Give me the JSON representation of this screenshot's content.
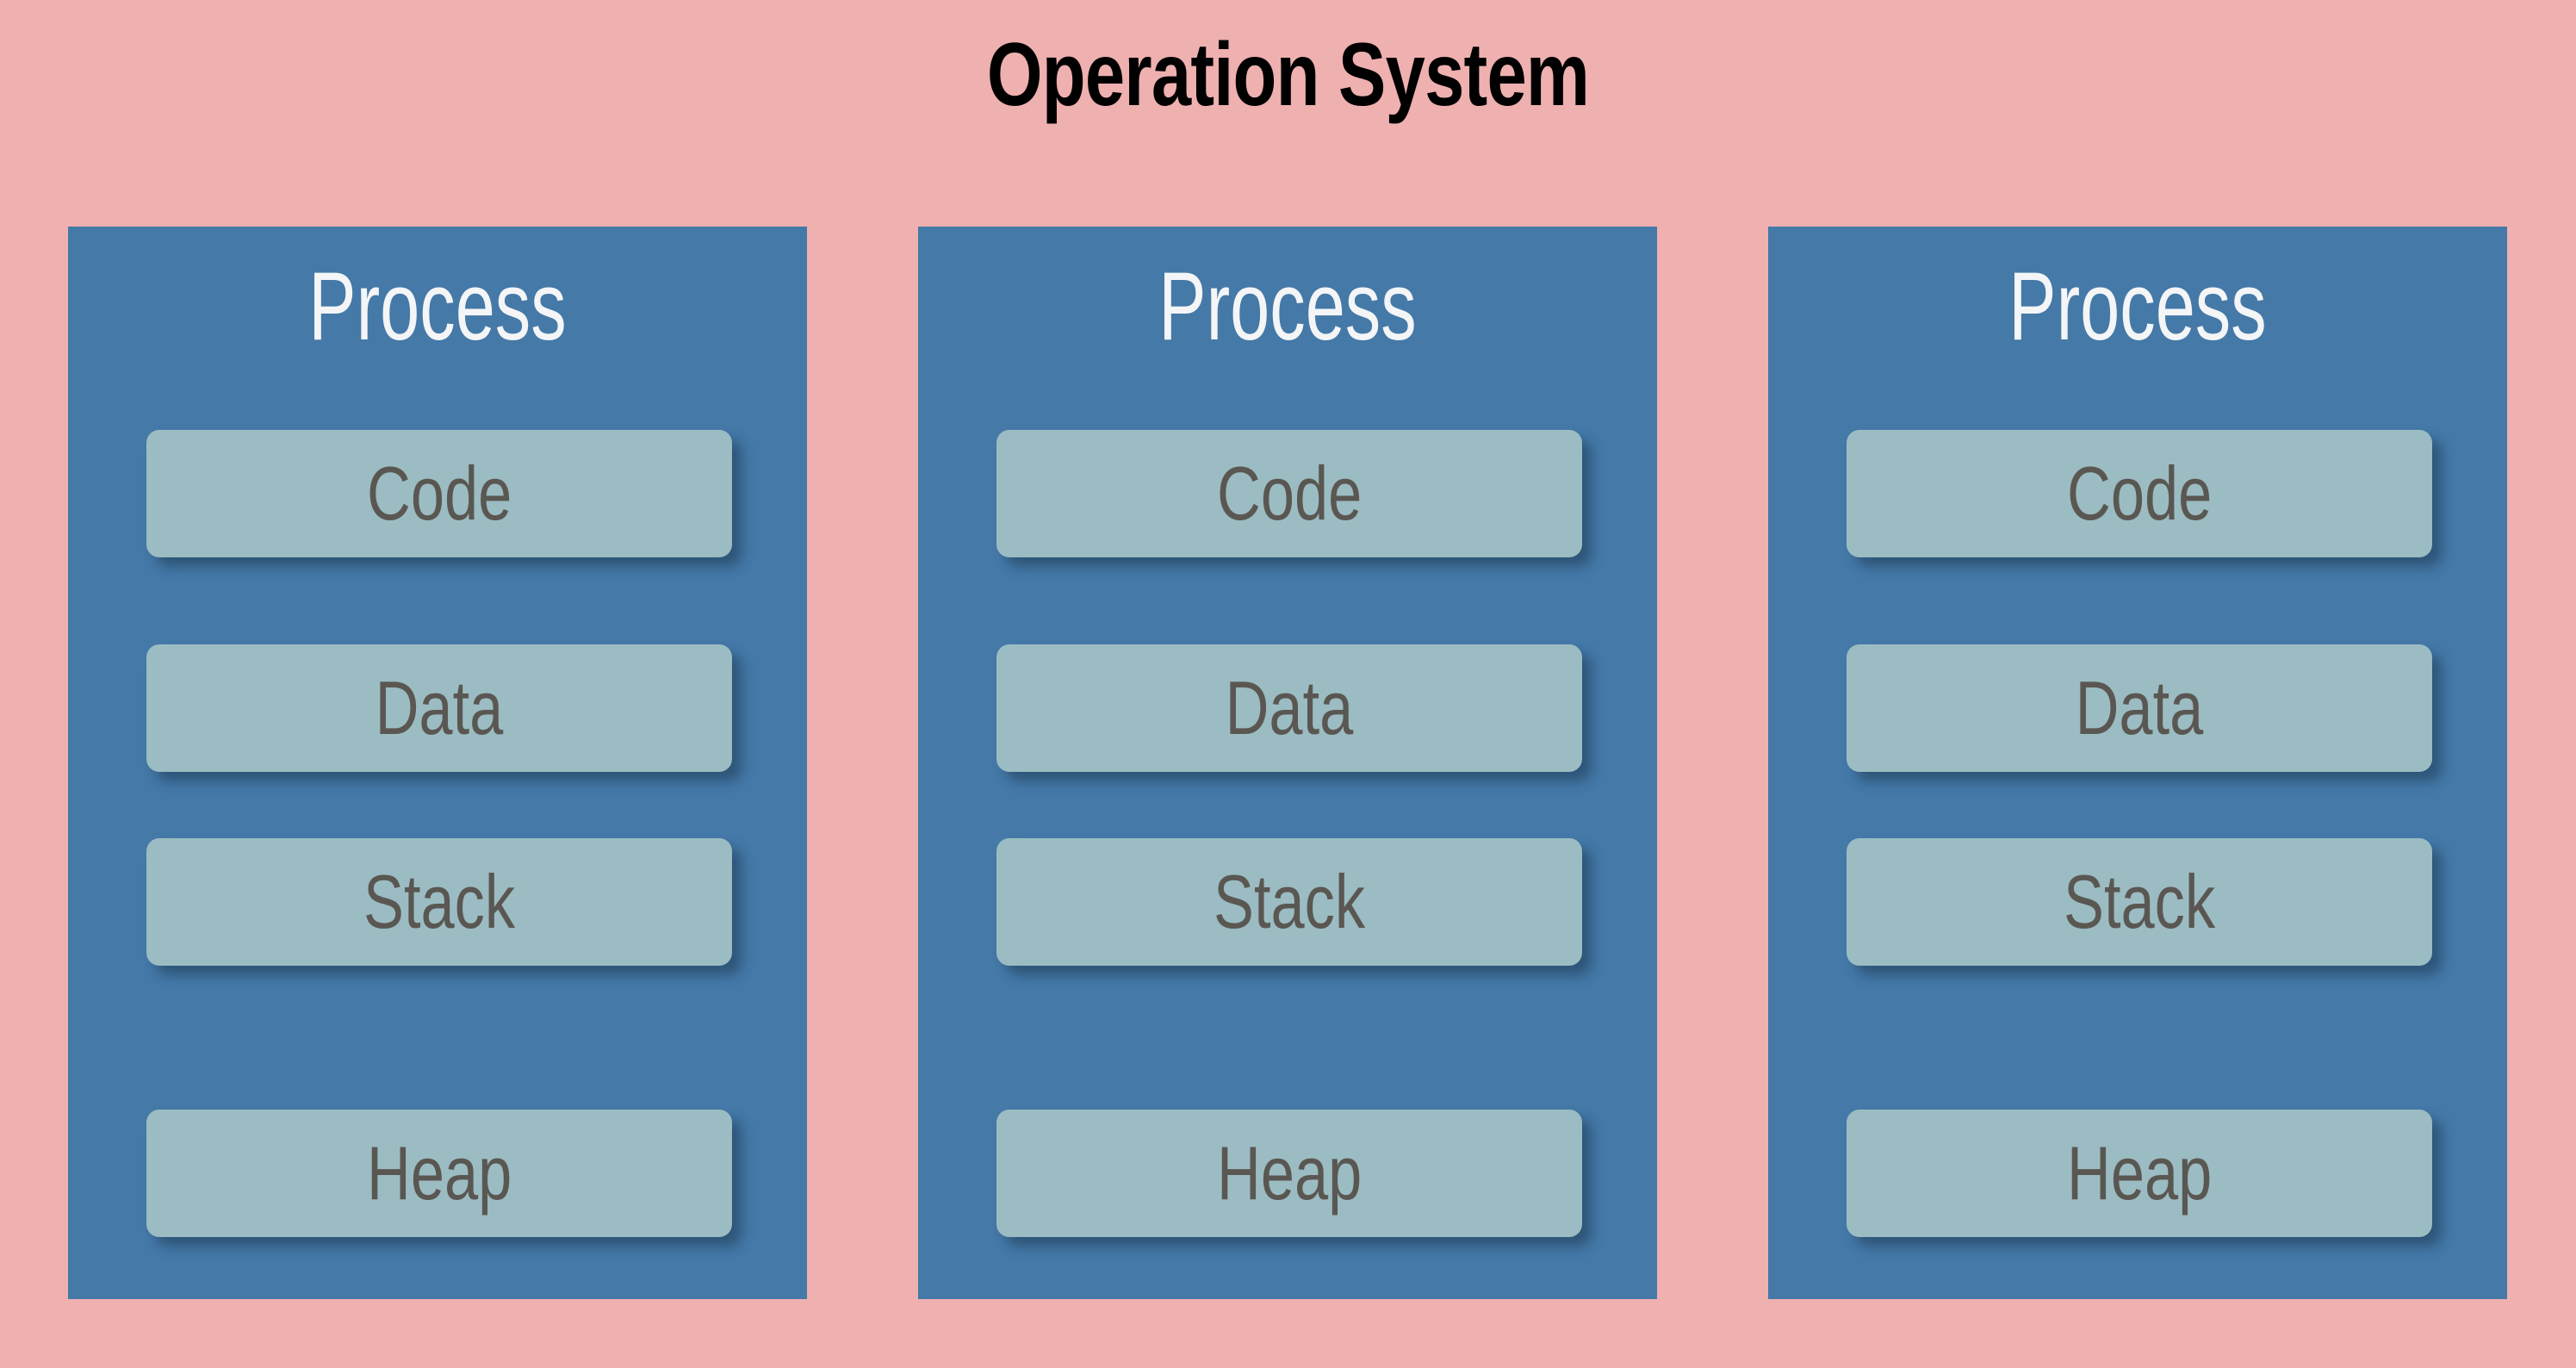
{
  "diagram": {
    "title": "Operation System",
    "background_color": "#efb0b0",
    "title_color": "#000000",
    "process_box_color": "#4479a8",
    "segment_box_color": "#9bbcc2",
    "segment_label_color": "#5a5752",
    "process_label_color": "#f4f5f6"
  },
  "processes": [
    {
      "heading": "Process",
      "segments": [
        {
          "label": "Code"
        },
        {
          "label": "Data"
        },
        {
          "label": "Stack"
        },
        {
          "label": "Heap"
        }
      ]
    },
    {
      "heading": "Process",
      "segments": [
        {
          "label": "Code"
        },
        {
          "label": "Data"
        },
        {
          "label": "Stack"
        },
        {
          "label": "Heap"
        }
      ]
    },
    {
      "heading": "Process",
      "segments": [
        {
          "label": "Code"
        },
        {
          "label": "Data"
        },
        {
          "label": "Stack"
        },
        {
          "label": "Heap"
        }
      ]
    }
  ]
}
